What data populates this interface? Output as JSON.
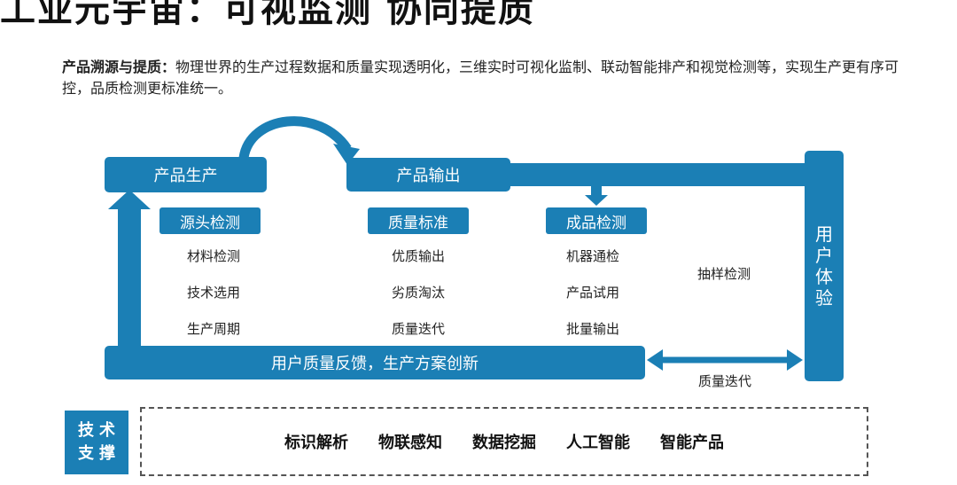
{
  "title": "工业元宇宙：可视监测 协同提质",
  "description": {
    "lead": "产品溯源与提质：",
    "text": "物理世界的生产过程数据和质量实现透明化，三维实时可视化监制、联动智能排产和视觉检测等，实现生产更有序可控，品质检测更标准统一。"
  },
  "stages": {
    "production": "产品生产",
    "output": "产品输出",
    "user_experience": [
      "用",
      "户",
      "体",
      "验"
    ],
    "feedback": "用户质量反馈，生产方案创新"
  },
  "groups": [
    {
      "label": "源头检测",
      "items": [
        "材料检测",
        "技术选用",
        "生产周期"
      ]
    },
    {
      "label": "质量标准",
      "items": [
        "优质输出",
        "劣质淘汰",
        "质量迭代"
      ]
    },
    {
      "label": "成品检测",
      "items": [
        "机器通检",
        "产品试用",
        "批量输出"
      ]
    }
  ],
  "side_labels": {
    "sampling": "抽样检测",
    "iteration": "质量迭代"
  },
  "tech": {
    "label_lines": [
      "技术",
      "支撑"
    ],
    "items": [
      "标识解析",
      "物联感知",
      "数据挖掘",
      "人工智能",
      "智能产品"
    ]
  },
  "colors": {
    "primary": "#1b7fb5",
    "text": "#222222",
    "border": "#555555"
  }
}
